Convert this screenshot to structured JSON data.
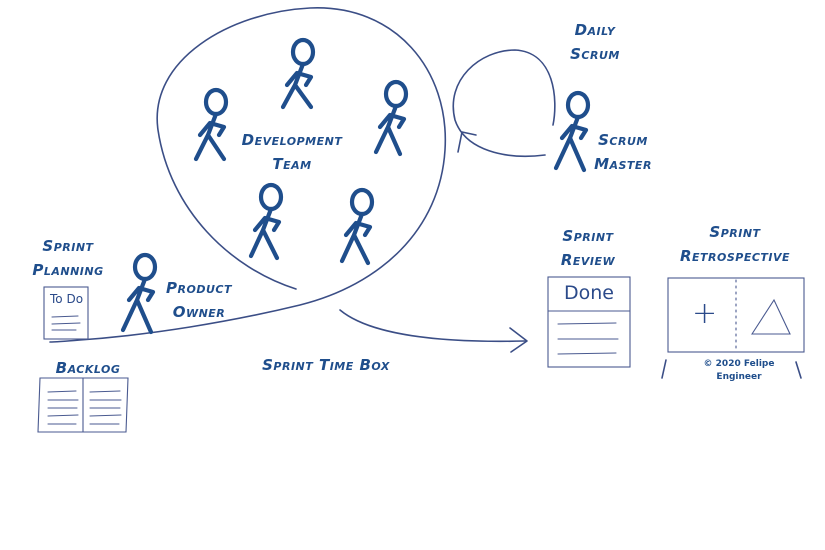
{
  "labels": {
    "daily_scrum": [
      "Daily",
      "Scrum"
    ],
    "scrum_master": [
      "Scrum",
      "Master"
    ],
    "development_team": [
      "Development",
      "Team"
    ],
    "sprint_planning": [
      "Sprint",
      "Planning"
    ],
    "product_owner": [
      "Product",
      "Owner"
    ],
    "backlog": "Backlog",
    "sprint_time_box": "Sprint Time Box",
    "sprint_review": [
      "Sprint",
      "Review"
    ],
    "sprint_retrospective": [
      "Sprint",
      "Retrospective"
    ]
  },
  "notes": {
    "todo_card": "To Do",
    "done_card": "Done",
    "retro_plus": "+",
    "copyright": [
      "© 2020 Felipe",
      "Engineer"
    ]
  },
  "colors": {
    "ink": "#1f4e8c",
    "sketch": "#3b4e86"
  },
  "icons": [
    "stick-figure-icon",
    "todo-card-icon",
    "backlog-book-icon",
    "done-board-icon",
    "retrospective-board-icon",
    "delta-triangle-icon",
    "arrow-head-icon"
  ]
}
